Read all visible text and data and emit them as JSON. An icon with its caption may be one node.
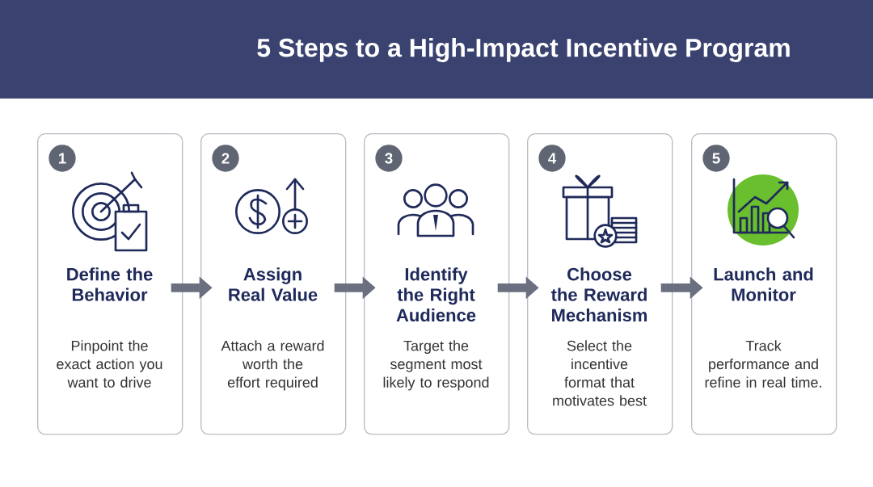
{
  "diagram": {
    "title": "5 Steps to a High-Impact Incentive Program",
    "nodes": [
      {
        "text": [
          "1",
          "Define the Behavior",
          "Pinpoint the exact action you want to drive"
        ]
      },
      {
        "text": [
          "2",
          "Assign Real Value",
          "Attach a reward worth the effort required"
        ]
      },
      {
        "text": [
          "3",
          "Identify the Right Audience",
          "Target the segment most likely to respond"
        ]
      },
      {
        "text": [
          "4",
          "Choose the Reward Mechanism",
          "Select the incentive format that motivates best"
        ]
      },
      {
        "text": [
          "5",
          "Launch and Monitor",
          "Track performance and refine in real time."
        ]
      }
    ],
    "edges": [
      {
        "from": 0,
        "to": 1,
        "arrow": "to"
      },
      {
        "from": 1,
        "to": 2,
        "arrow": "to"
      },
      {
        "from": 2,
        "to": 3,
        "arrow": "to"
      },
      {
        "from": 3,
        "to": 4,
        "arrow": "to"
      }
    ]
  }
}
